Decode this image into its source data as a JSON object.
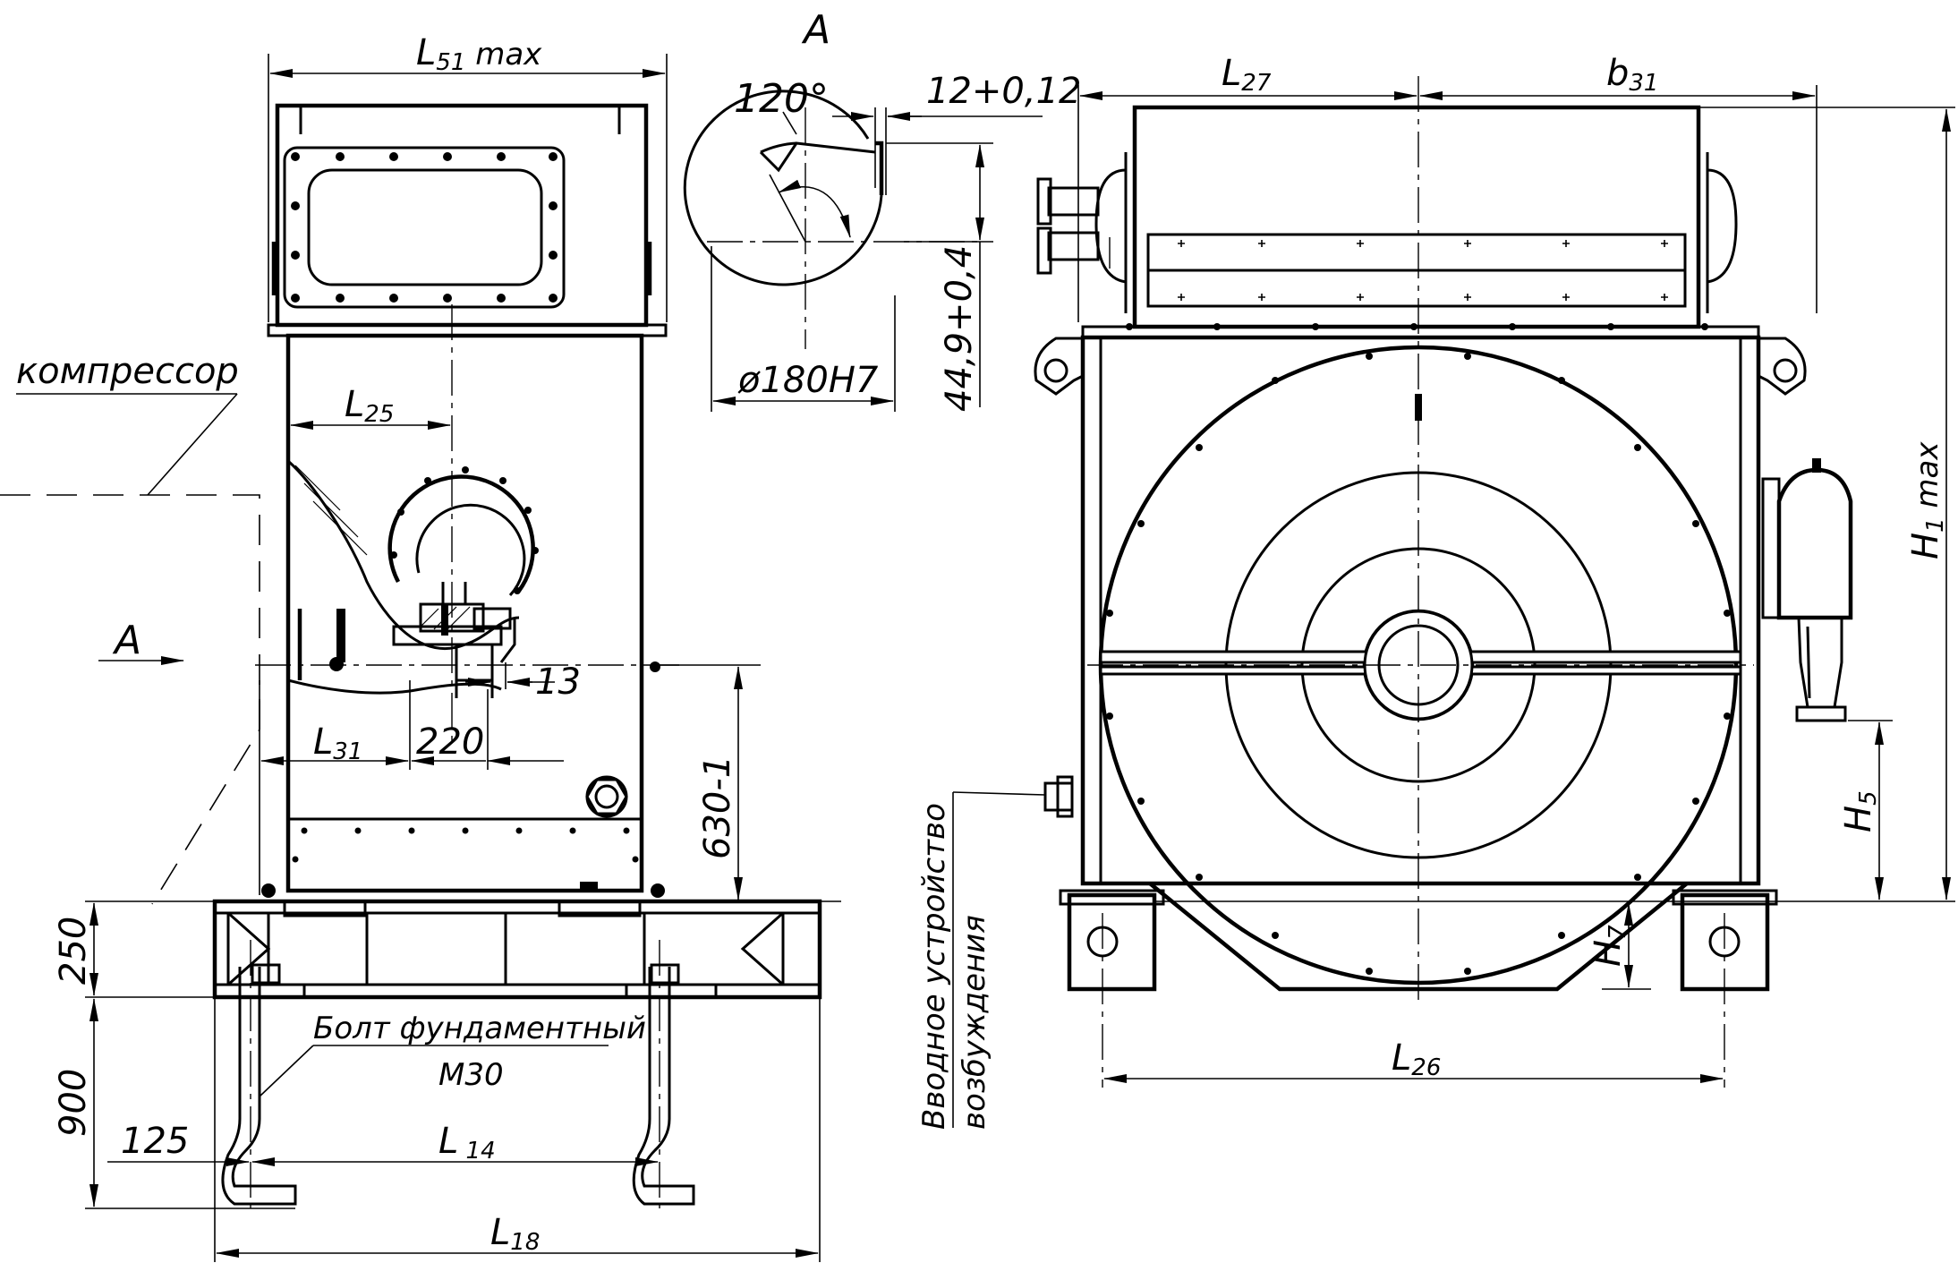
{
  "view_label": "A",
  "section_arrow_label": "A",
  "dimensions": {
    "L51": {
      "main": "L",
      "sub": "51",
      "suffix": " max"
    },
    "L27": {
      "main": "L",
      "sub": "27"
    },
    "b31": {
      "main": "b",
      "sub": "31"
    },
    "H1": {
      "main": "H",
      "sub": "1",
      "suffix": " max"
    },
    "L25": {
      "main": "L",
      "sub": "25"
    },
    "L31": {
      "main": "L",
      "sub": "31"
    },
    "L14": {
      "main": "L",
      "sub": " 14"
    },
    "L18": {
      "main": "L",
      "sub": "18"
    },
    "L26": {
      "main": "L",
      "sub": "26"
    },
    "H5": {
      "main": "H",
      "sub": "5"
    },
    "H7": {
      "main": "H",
      "sub": "7"
    },
    "d13": "13",
    "d220": "220",
    "d630": "630-1",
    "d250": "250",
    "d900": "900",
    "d125": "125",
    "angle": "120°",
    "key_width": "12+0,12",
    "key_depth": "44,9+0,4",
    "bore": "ø180H7"
  },
  "labels": {
    "compressor": "компрессор",
    "bolt_line1": "Болт фундаментный",
    "bolt_line2": "М30",
    "exciter_line1": "Вводное устройство",
    "exciter_line2": "возбуждения"
  }
}
